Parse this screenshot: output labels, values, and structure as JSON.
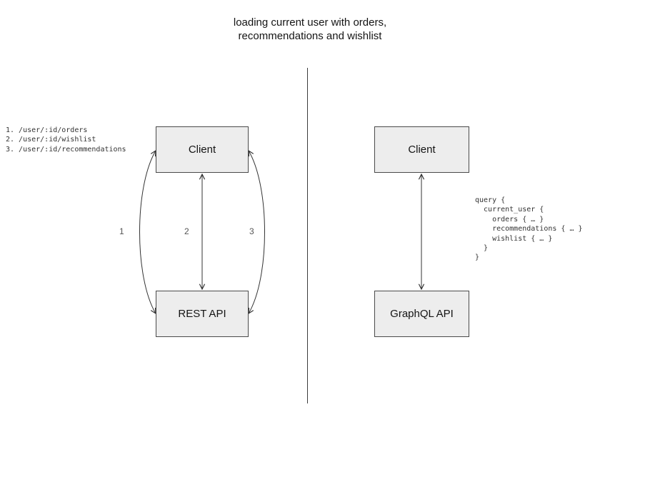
{
  "title": {
    "line1": "loading current user with orders,",
    "line2": "recommendations and wishlist"
  },
  "rest_diagram": {
    "client_label": "Client",
    "api_label": "REST API",
    "endpoints": [
      "1. /user/:id/orders",
      "2. /user/:id/wishlist",
      "3. /user/:id/recommendations"
    ],
    "arrow_labels": [
      "1",
      "2",
      "3"
    ]
  },
  "graphql_diagram": {
    "client_label": "Client",
    "api_label": "GraphQL API",
    "query_lines": [
      "query {",
      "  current_user {",
      "    orders { … }",
      "    recommendations { … }",
      "    wishlist { … }",
      "  }",
      "}"
    ]
  },
  "colors": {
    "box_fill": "#ededed",
    "box_border": "#4a4a4a",
    "line": "#333333",
    "text": "#141414"
  }
}
